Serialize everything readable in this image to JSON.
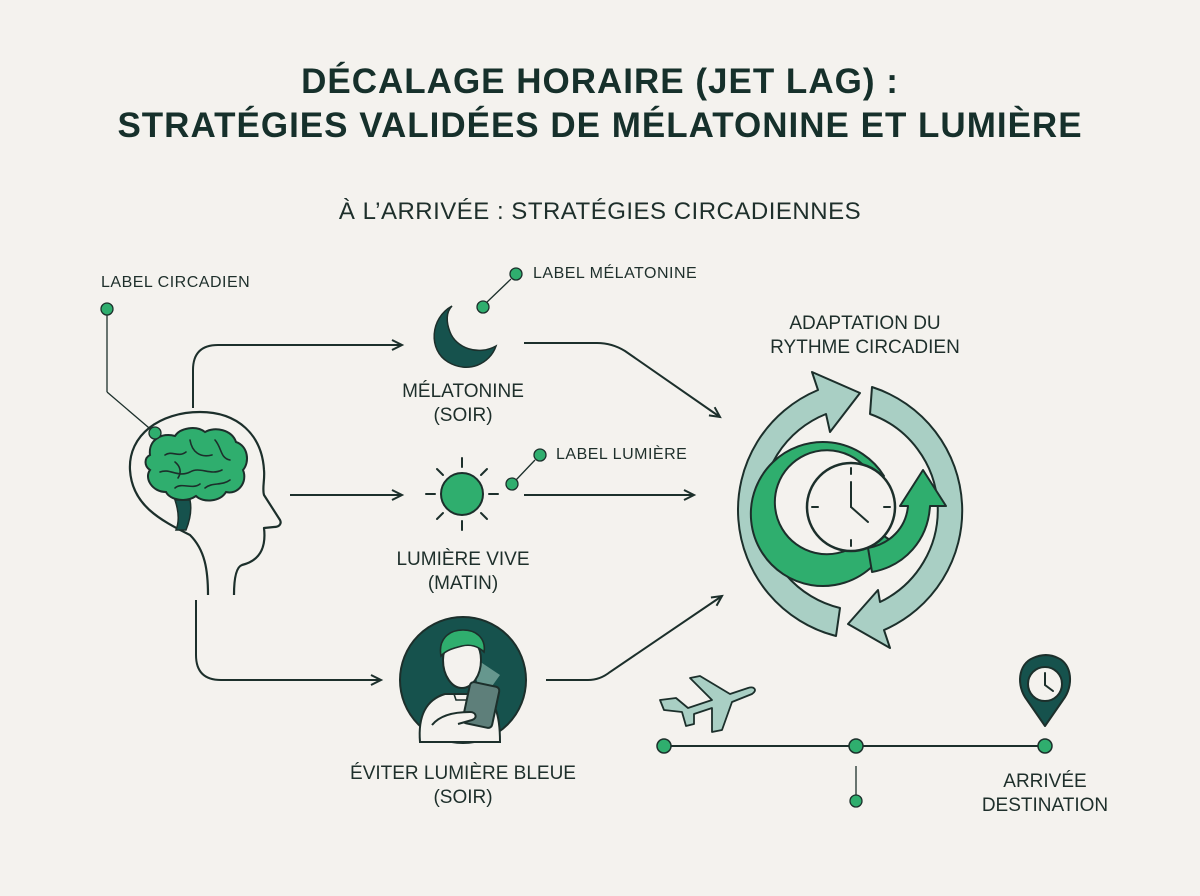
{
  "title_line1": "DÉCALAGE HORAIRE (JET LAG) :",
  "title_line2": "STRATÉGIES VALIDÉES DE MÉLATONINE ET LUMIÈRE",
  "subtitle": "À L’ARRIVÉE : STRATÉGIES CIRCADIENNES",
  "labels": {
    "circadian": "LABEL CIRCADIEN",
    "melatonin": "LABEL MÉLATONINE",
    "light": "LABEL LUMIÈRE"
  },
  "strategies": [
    {
      "line1": "MÉLATONINE",
      "line2": "(SOIR)",
      "icon": "moon-icon"
    },
    {
      "line1": "LUMIÈRE VIVE",
      "line2": "(MATIN)",
      "icon": "sun-icon"
    },
    {
      "line1": "ÉVITER LUMIÈRE BLEUE",
      "line2": "(SOIR)",
      "icon": "person-tablet-icon"
    }
  ],
  "result": {
    "line1": "ADAPTATION DU",
    "line2": "RYTHME CIRCADIEN",
    "icon": "cycle-clock-icon"
  },
  "timeline": {
    "end_line1": "ARRIVÉE",
    "end_line2": "DESTINATION",
    "icons": [
      "airplane-icon",
      "location-clock-icon"
    ]
  },
  "colors": {
    "accent_green": "#2fae6e",
    "dark_teal": "#16524d",
    "light_teal": "#a9cfc4",
    "line": "#1c2f2b",
    "background": "#f4f2ee"
  }
}
